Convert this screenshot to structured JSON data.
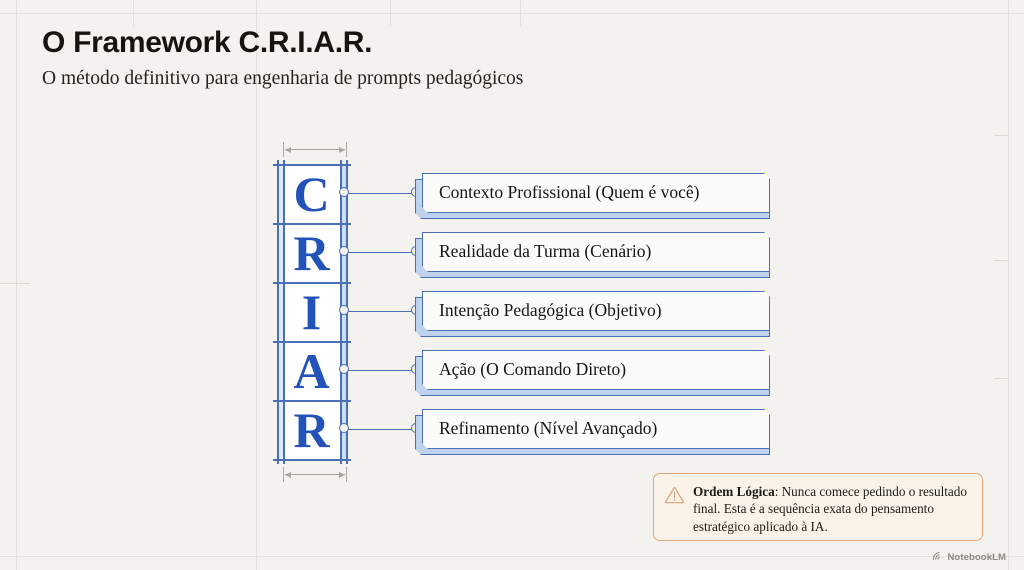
{
  "header": {
    "title": "O Framework C.R.I.A.R.",
    "subtitle": "O método definitivo para engenharia de prompts pedagógicos"
  },
  "diagram": {
    "acronym": "CRIAR",
    "letters": [
      "C",
      "R",
      "I",
      "A",
      "R"
    ],
    "steps": [
      {
        "letter": "C",
        "label": "Contexto Profissional (Quem é você)"
      },
      {
        "letter": "R",
        "label": "Realidade da Turma (Cenário)"
      },
      {
        "letter": "I",
        "label": "Intenção Pedagógica (Objetivo)"
      },
      {
        "letter": "A",
        "label": "Ação (O Comando Direto)"
      },
      {
        "letter": "R",
        "label": "Refinamento (Nível Avançado)"
      }
    ],
    "accent_color": "#2353b8",
    "rule_color": "#4a6fb5",
    "box_face_color": "#fbfbfa",
    "box_shadow_color": "#bfd2ee"
  },
  "warning": {
    "icon": "warning-triangle-icon",
    "title": "Ordem Lógica",
    "separator": ":",
    "body": " Nunca comece pedindo o resultado final. Esta é a sequência exata do pensamento estratégico aplicado à IA.",
    "border_color": "#e0a878",
    "background_color": "#fbf3ea"
  },
  "watermark": {
    "icon": "notebooklm-icon",
    "label": "NotebookLM"
  },
  "canvas": {
    "background_color": "#f3f2ee",
    "grid_color": "#e2e0da"
  }
}
